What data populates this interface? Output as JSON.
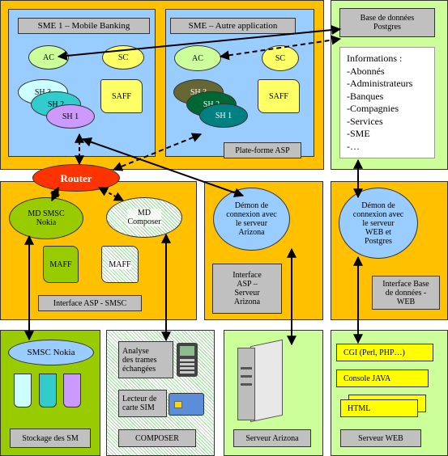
{
  "asp_platform": {
    "label": "Plate-forme ASP",
    "sme1": {
      "title": "SME 1 – Mobile Banking",
      "ac": "AC",
      "sc": "SC",
      "saff": "SAFF",
      "sh": [
        "SH 3",
        "SH 2",
        "SH 1"
      ]
    },
    "sme2": {
      "title": "SME – Autre application",
      "ac": "AC",
      "sc": "SC",
      "saff": "SAFF",
      "sh": [
        "SH 3",
        "SH 2",
        "SH 1"
      ]
    }
  },
  "database": {
    "title_line1": "Base de données",
    "title_line2": "Postgres",
    "info_title": "Informations :",
    "info_items": [
      "-Abonnés",
      "-Administrateurs",
      "-Banques",
      "-Compagnies",
      "-Services",
      "-SME",
      "-…"
    ]
  },
  "router": {
    "label": "Router"
  },
  "sms_interface": {
    "label": "Interface ASP - SMSC",
    "md_smsc": [
      "MD SMSC",
      "Nokia"
    ],
    "md_composer": [
      "MD",
      "Composer"
    ],
    "maff1": "MAFF",
    "maff2": "MAFF"
  },
  "arizona_interface": {
    "daemon": [
      "Démon de",
      "connexion avec",
      "le serveur",
      "Arizona"
    ],
    "label": [
      "Interface",
      "ASP –",
      "Serveur",
      "Arizona"
    ]
  },
  "web_interface": {
    "daemon": [
      "Démon de",
      "connexion avec",
      "le serveur",
      "WEB et",
      "Postgres"
    ],
    "label": [
      "Interface Base",
      "de données -",
      "WEB"
    ]
  },
  "smsc": {
    "nokia": "SMSC Nokia",
    "label": "Stockage des SM"
  },
  "composer": {
    "analysis": [
      "Analyse",
      "des trames",
      "échangées"
    ],
    "sim_reader": [
      "Lecteur de",
      "carte SIM"
    ],
    "label": "COMPOSER"
  },
  "arizona_server": {
    "label": "Serveur Arizona"
  },
  "web_server": {
    "items": [
      "CGI (Perl, PHP…)",
      "Console JAVA",
      "HTML"
    ],
    "label": "Serveur WEB"
  },
  "colors": {
    "orange": "#FFC000",
    "light_green": "#CCFF99",
    "dark_green": "#99CC00",
    "blue": "#99CCFF",
    "router_red": "#FF3300"
  }
}
